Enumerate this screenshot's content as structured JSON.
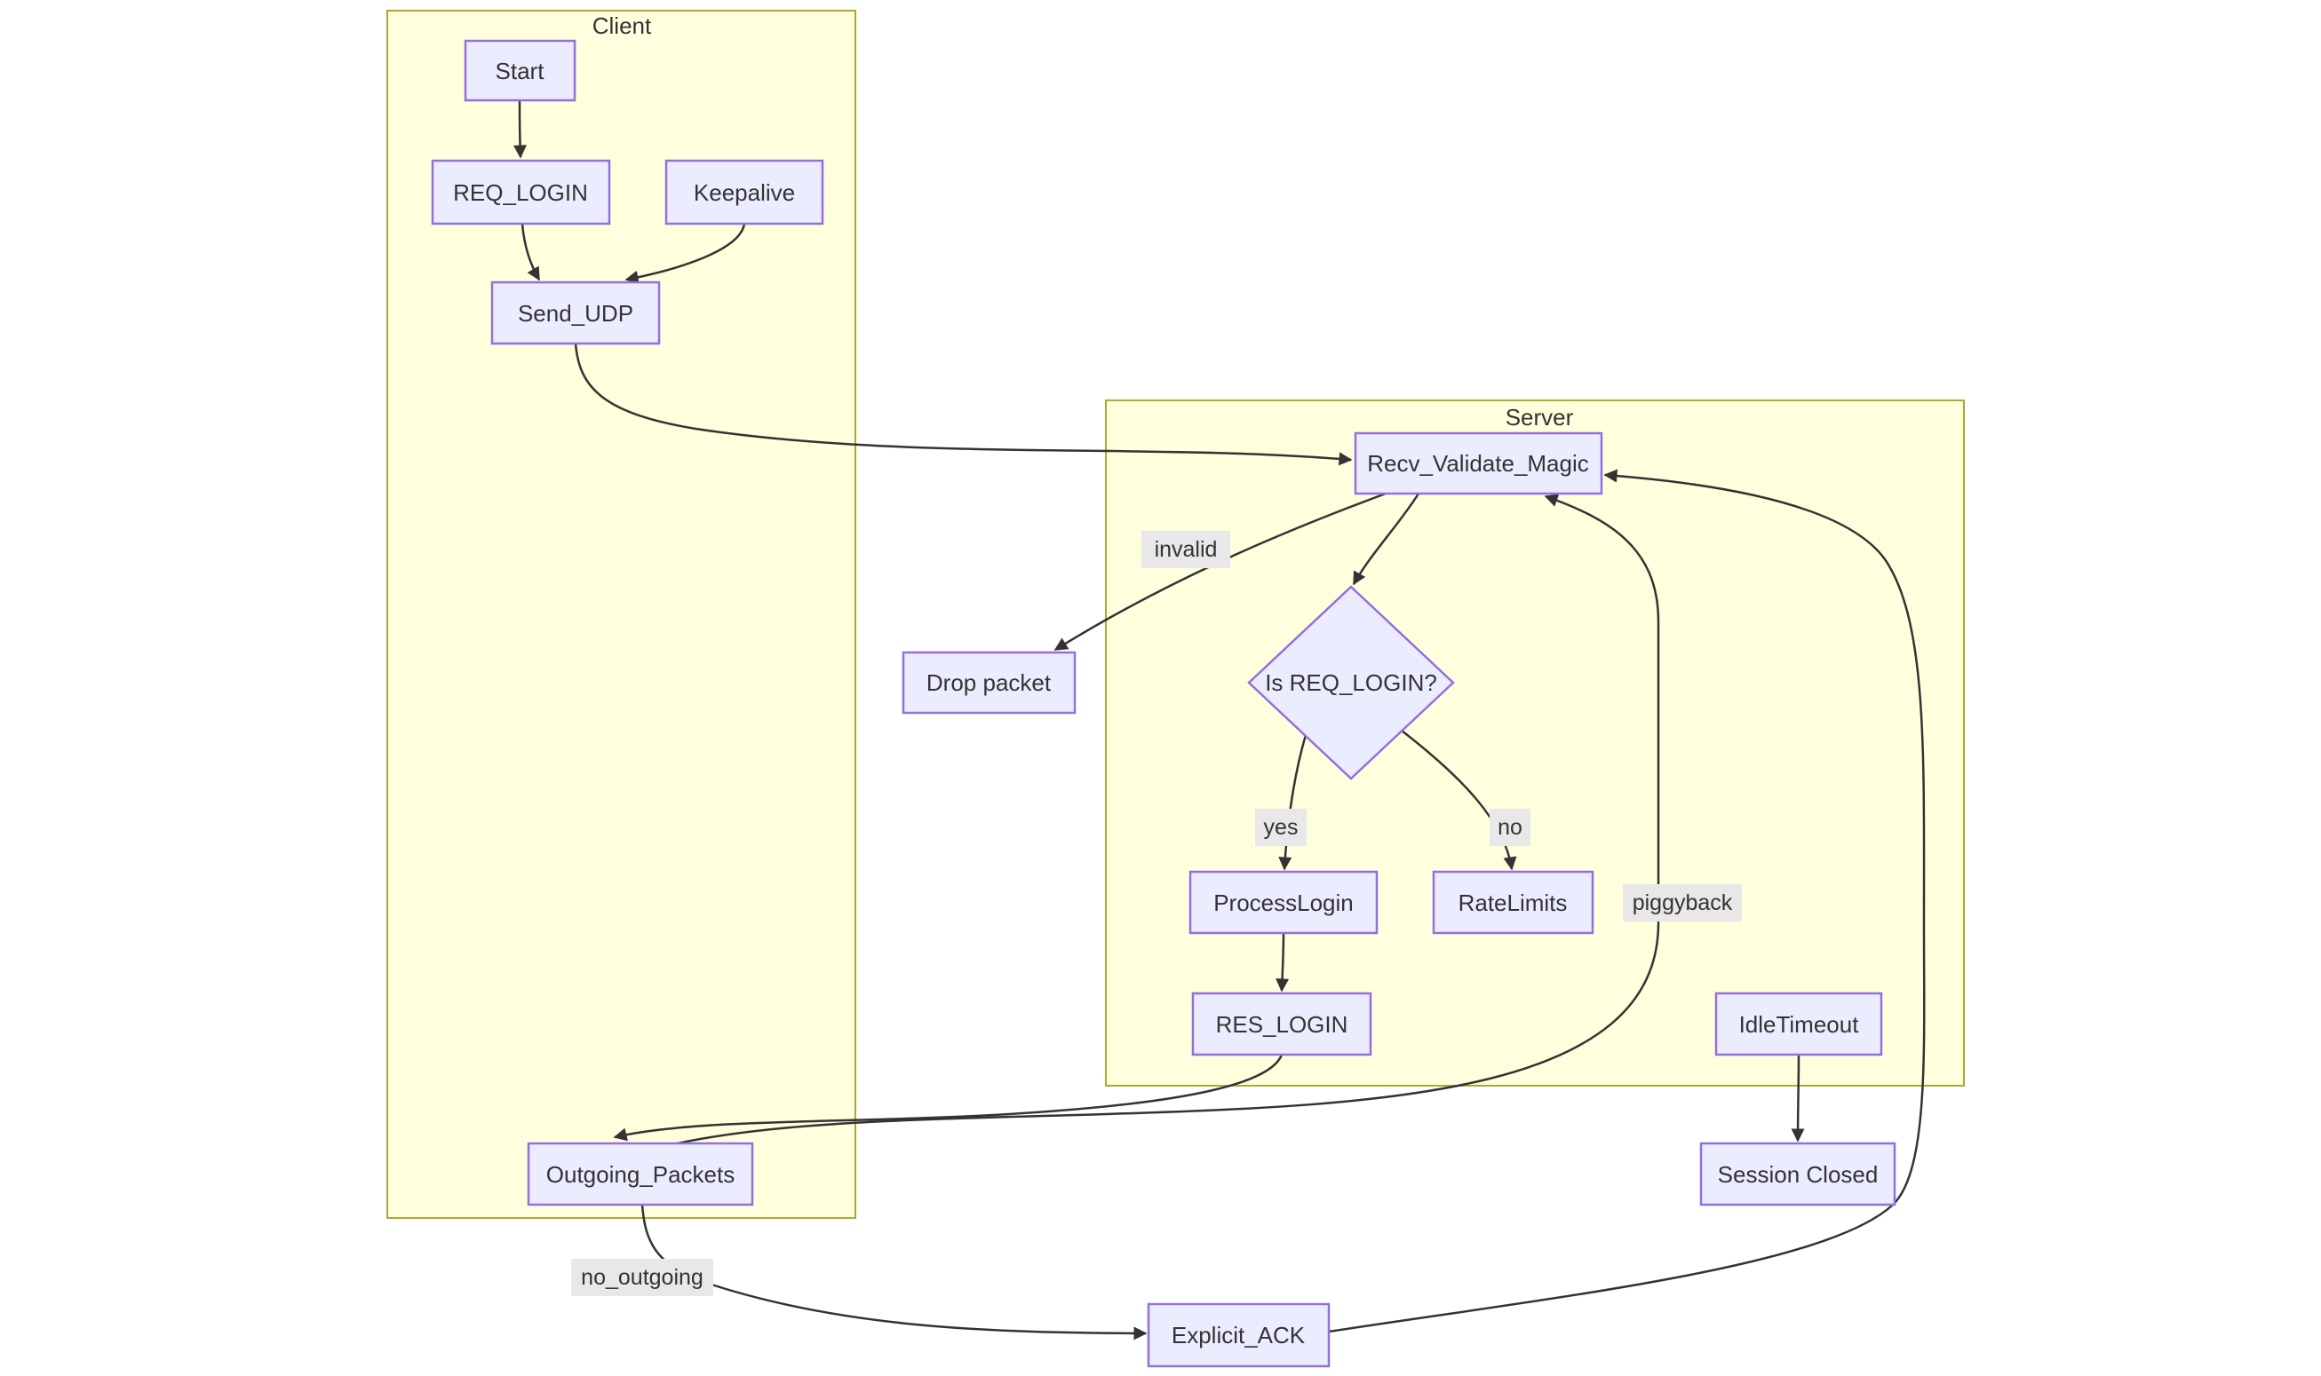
{
  "diagram": {
    "clusters": [
      {
        "id": "client",
        "label": "Client"
      },
      {
        "id": "server",
        "label": "Server"
      }
    ],
    "nodes": [
      {
        "id": "start",
        "label": "Start",
        "shape": "rect"
      },
      {
        "id": "req_login",
        "label": "REQ_LOGIN",
        "shape": "rect"
      },
      {
        "id": "keepalive",
        "label": "Keepalive",
        "shape": "rect"
      },
      {
        "id": "send_udp",
        "label": "Send_UDP",
        "shape": "rect"
      },
      {
        "id": "recv_validate_magic",
        "label": "Recv_Validate_Magic",
        "shape": "rect"
      },
      {
        "id": "drop_packet",
        "label": "Drop packet",
        "shape": "rect"
      },
      {
        "id": "is_req_login",
        "label": "Is REQ_LOGIN?",
        "shape": "diamond"
      },
      {
        "id": "process_login",
        "label": "ProcessLogin",
        "shape": "rect"
      },
      {
        "id": "rate_limits",
        "label": "RateLimits",
        "shape": "rect"
      },
      {
        "id": "res_login",
        "label": "RES_LOGIN",
        "shape": "rect"
      },
      {
        "id": "idle_timeout",
        "label": "IdleTimeout",
        "shape": "rect"
      },
      {
        "id": "outgoing_packets",
        "label": "Outgoing_Packets",
        "shape": "rect"
      },
      {
        "id": "session_closed",
        "label": "Session Closed",
        "shape": "rect"
      },
      {
        "id": "explicit_ack",
        "label": "Explicit_ACK",
        "shape": "rect"
      }
    ],
    "edge_labels": {
      "invalid": "invalid",
      "yes": "yes",
      "no": "no",
      "piggyback": "piggyback",
      "no_outgoing": "no_outgoing"
    },
    "edges": [
      {
        "from": "Start",
        "to": "REQ_LOGIN",
        "label": ""
      },
      {
        "from": "REQ_LOGIN",
        "to": "Send_UDP",
        "label": ""
      },
      {
        "from": "Keepalive",
        "to": "Send_UDP",
        "label": ""
      },
      {
        "from": "Send_UDP",
        "to": "Recv_Validate_Magic",
        "label": ""
      },
      {
        "from": "Recv_Validate_Magic",
        "to": "Drop packet",
        "label": "invalid"
      },
      {
        "from": "Recv_Validate_Magic",
        "to": "Is REQ_LOGIN?",
        "label": ""
      },
      {
        "from": "Is REQ_LOGIN?",
        "to": "ProcessLogin",
        "label": "yes"
      },
      {
        "from": "Is REQ_LOGIN?",
        "to": "RateLimits",
        "label": "no"
      },
      {
        "from": "ProcessLogin",
        "to": "RES_LOGIN",
        "label": ""
      },
      {
        "from": "RES_LOGIN",
        "to": "Outgoing_Packets",
        "label": ""
      },
      {
        "from": "Outgoing_Packets",
        "to": "Recv_Validate_Magic",
        "label": "piggyback"
      },
      {
        "from": "IdleTimeout",
        "to": "Session Closed",
        "label": ""
      },
      {
        "from": "Outgoing_Packets",
        "to": "Explicit_ACK",
        "label": "no_outgoing"
      },
      {
        "from": "Explicit_ACK",
        "to": "Recv_Validate_Magic",
        "label": ""
      }
    ],
    "colors": {
      "node_fill": "#ECECFF",
      "node_border": "#9370DB",
      "cluster_fill": "#FFFFDE",
      "cluster_border": "#AAAA33",
      "edge": "#333333",
      "edge_label_bg": "#E8E8E8",
      "text": "#333333",
      "background": "#FFFFFF"
    }
  }
}
